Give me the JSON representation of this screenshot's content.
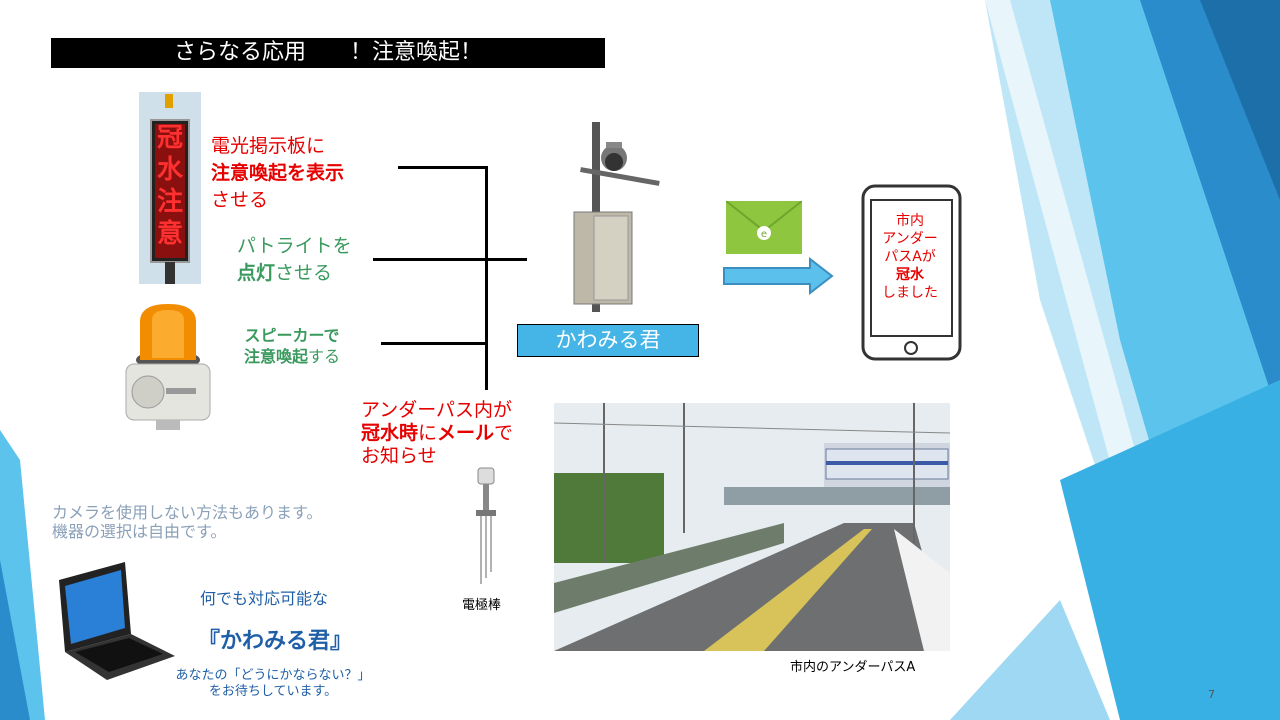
{
  "colors": {
    "accent_blue": "#44b5e6",
    "red": "#e60000",
    "green": "#3a9a5e",
    "dark_blue": "#1f5fa8",
    "gray_blue": "#8aa0b8"
  },
  "slide": {
    "title": "さらなる応用　　！注意喚起！",
    "page_number": "7"
  },
  "sign": {
    "chars": [
      "冠",
      "水",
      "注",
      "意"
    ],
    "text_line1": "電光掲示板に",
    "text_line2": "注意喚起を表示",
    "text_line3": "させる"
  },
  "patlite": {
    "line1": "パトライトを",
    "line2_bold": "点灯",
    "line2_rest": "させる"
  },
  "speaker": {
    "line1": "スピーカーで",
    "line2_bold": "注意喚起",
    "line2_rest": "する"
  },
  "camera": {
    "label": "かわみる君"
  },
  "mail": {
    "line1": "アンダーパス内が",
    "line2_a": "冠水時",
    "line2_b": "に",
    "line2_c": "メール",
    "line2_d": "で",
    "line3": "お知らせ"
  },
  "phone": {
    "line1": "市内",
    "line2": "アンダー",
    "line3": "パスAが",
    "line4": "冠水",
    "line5": "しました"
  },
  "electrode": {
    "caption": "電極棒"
  },
  "photo": {
    "caption": "市内のアンダーパスA"
  },
  "note": {
    "line1": "カメラを使用しない方法もあります。",
    "line2": "機器の選択は自由です。"
  },
  "promo": {
    "line1": "何でも対応可能な",
    "line2": "『かわみる君』",
    "line3": "あなたの「どうにかならない？」",
    "line4": "をお待ちしています。"
  },
  "icons": {
    "envelope": "envelope-icon",
    "arrow": "arrow-right-icon",
    "phone": "smartphone-icon",
    "laptop": "laptop-icon",
    "beacon": "rotating-beacon-icon"
  }
}
